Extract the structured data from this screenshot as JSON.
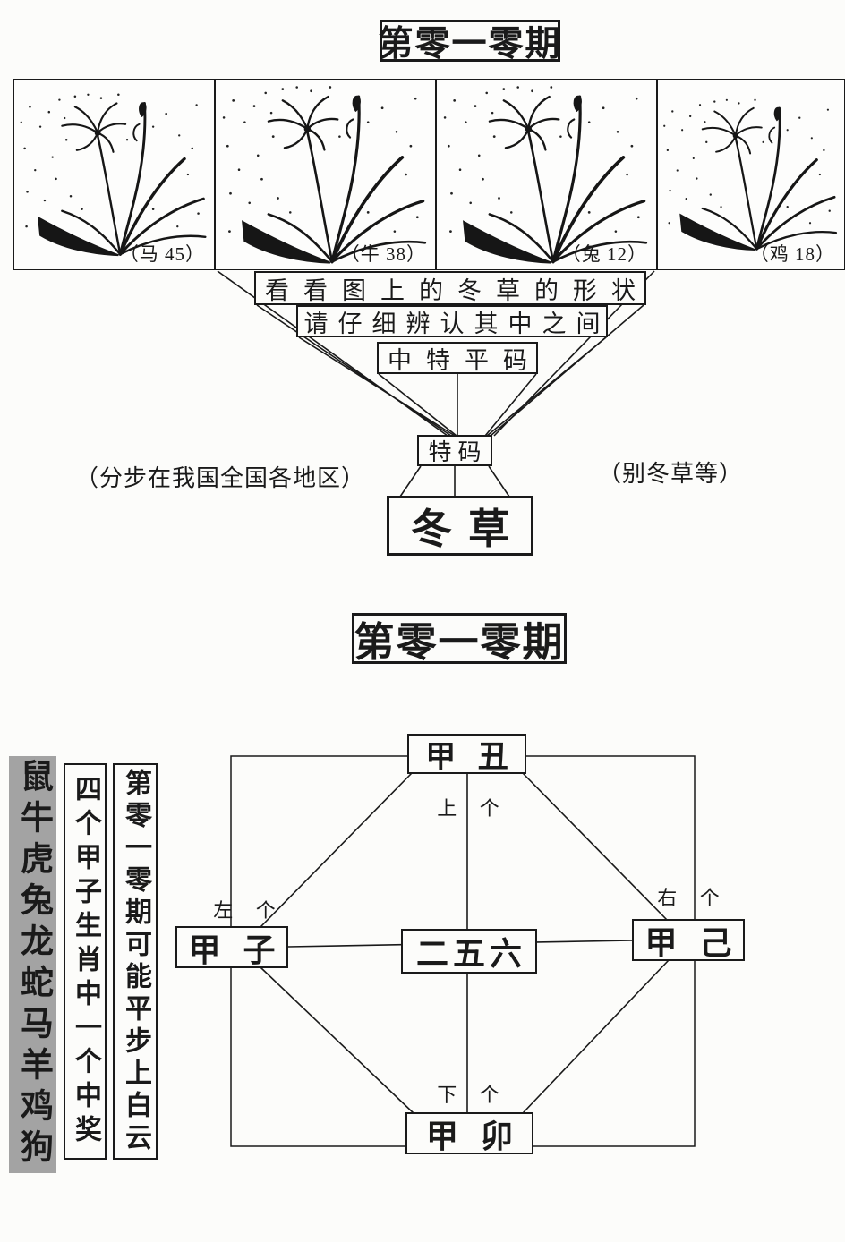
{
  "top": {
    "title": "第零一零期"
  },
  "panels": [
    {
      "label": "（马 45）"
    },
    {
      "label": "（牛 38）"
    },
    {
      "label": "（兔 12）"
    },
    {
      "label": "（鸡 18）"
    }
  ],
  "funnel": {
    "row1": "看看图上的冬草的形状",
    "row2": "请仔细辨认其中之间",
    "row3": "中特平码",
    "special": "特码",
    "main": "冬草",
    "left_note": "（分步在我国全国各地区）",
    "right_note": "（别冬草等）"
  },
  "bottom": {
    "title": "第零一零期",
    "zodiac_strip": "鼠牛虎兔龙蛇马羊鸡狗",
    "note_strip": "四个甲子生肖中一个中奖",
    "period_strip": "第零一零期可能平步上白云",
    "diagram": {
      "top_box": "甲 丑",
      "left_box": "甲 子",
      "right_box": "甲 己",
      "bottom_box": "甲 卯",
      "center_box": "二五六",
      "top_label": "上 个",
      "left_label": "左 个",
      "right_label": "右 个",
      "bottom_label": "下 个"
    }
  },
  "icons": {
    "flower": "orchid-flower-illustration"
  },
  "colors": {
    "ink": "#1a1a1a",
    "paper": "#fcfcfa",
    "zodiac_strip_bg": "#a3a3a3"
  }
}
